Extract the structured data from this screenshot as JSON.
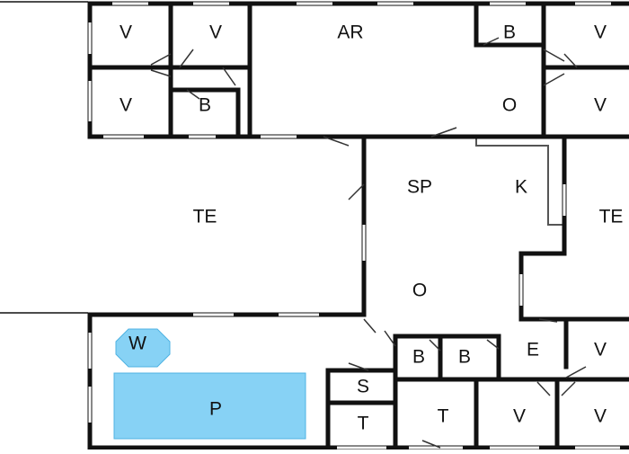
{
  "colors": {
    "wall": "#111111",
    "floor": "#ffffff",
    "outside": "#ffffff",
    "pool": "#87d2f5",
    "pool_stroke": "#4fb3e3",
    "window": "#ffffff",
    "door": "#333333",
    "counter": "#555555"
  },
  "rooms": {
    "v1": "V",
    "v2": "V",
    "ar": "AR",
    "b_top": "B",
    "v3": "V",
    "v4": "V",
    "b_small": "B",
    "o_top": "O",
    "v5": "V",
    "te_left": "TE",
    "sp": "SP",
    "k": "K",
    "te_right": "TE",
    "o_mid": "O",
    "w": "W",
    "p": "P",
    "s": "S",
    "b_bl": "B",
    "b_br": "B",
    "e": "E",
    "v6": "V",
    "t1": "T",
    "t2": "T",
    "v7": "V",
    "v8": "V"
  }
}
